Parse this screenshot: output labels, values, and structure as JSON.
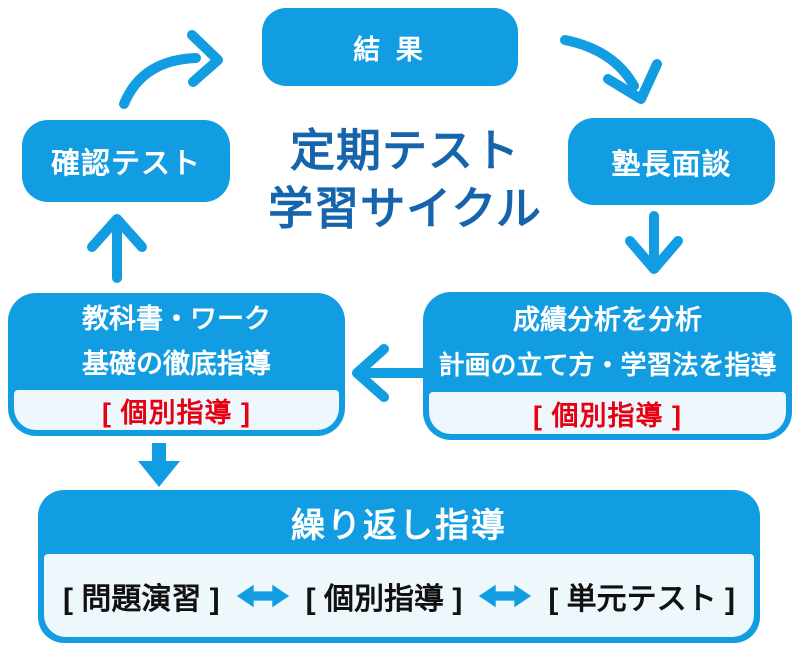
{
  "title": {
    "line1": "定期テスト",
    "line2": "学習サイクル"
  },
  "nodes": {
    "result": {
      "label": "結 果"
    },
    "check_test": {
      "label": "確認テスト"
    },
    "principal_meeting": {
      "label": "塾長面談"
    },
    "textbook_work": {
      "line1": "教科書・ワーク",
      "line2": "基礎の徹底指導",
      "tag": "[ 個別指導 ]"
    },
    "grade_analysis": {
      "line1": "成績分析を分析",
      "line2": "計画の立て方・学習法を指導",
      "tag": "[ 個別指導 ]"
    },
    "repeat_guidance": {
      "header": "繰り返し指導",
      "items": [
        "[ 問題演習 ]",
        "[ 個別指導 ]",
        "[ 単元テスト ]"
      ]
    }
  },
  "icons": {
    "curved_arrow_up_right": "check-test to result",
    "curved_arrow_down_right": "result to principal-meeting",
    "arrow_down_right_col": "principal-meeting to grade-analysis",
    "arrow_left": "grade-analysis to textbook-work",
    "arrow_up_left_col": "textbook-work to check-test",
    "arrow_down_filled": "textbook-work to repeat-guidance",
    "double_arrow": "bidirectional link between bracket items"
  },
  "colors": {
    "primary_blue": "#129de2",
    "title_blue": "#1664ab",
    "accent_red": "#e60012",
    "light_bg": "#eef7fc",
    "text_dark": "#111111"
  }
}
